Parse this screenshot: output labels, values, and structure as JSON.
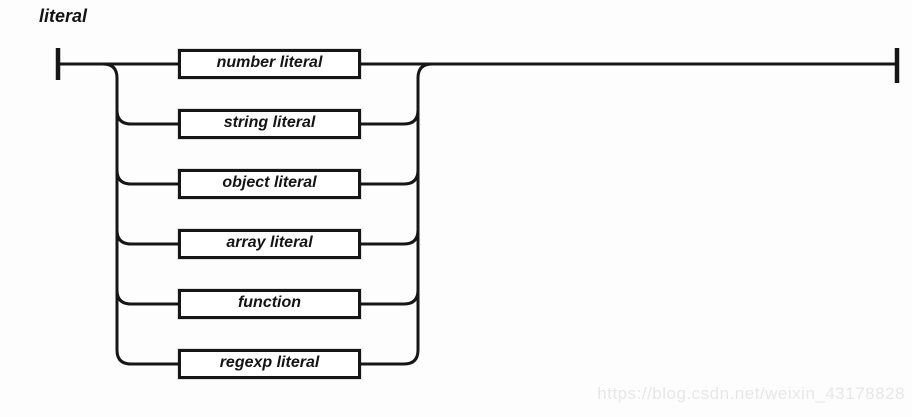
{
  "diagram": {
    "title": "literal",
    "type": "railroad-syntax-diagram",
    "rule": "literal = number literal | string literal | object literal | array literal | function | regexp literal",
    "branches": [
      {
        "label": "number literal"
      },
      {
        "label": "string literal"
      },
      {
        "label": "object literal"
      },
      {
        "label": "array literal"
      },
      {
        "label": "function"
      },
      {
        "label": "regexp literal"
      }
    ]
  },
  "watermark": {
    "text": "https://blog.csdn.net/weixin_43178828"
  },
  "colors": {
    "line": "#161616",
    "box_border": "#161616",
    "box_fill": "#ffffff",
    "text": "#141414",
    "watermark": "#e7e7e7",
    "background": "#fdfdfd"
  }
}
